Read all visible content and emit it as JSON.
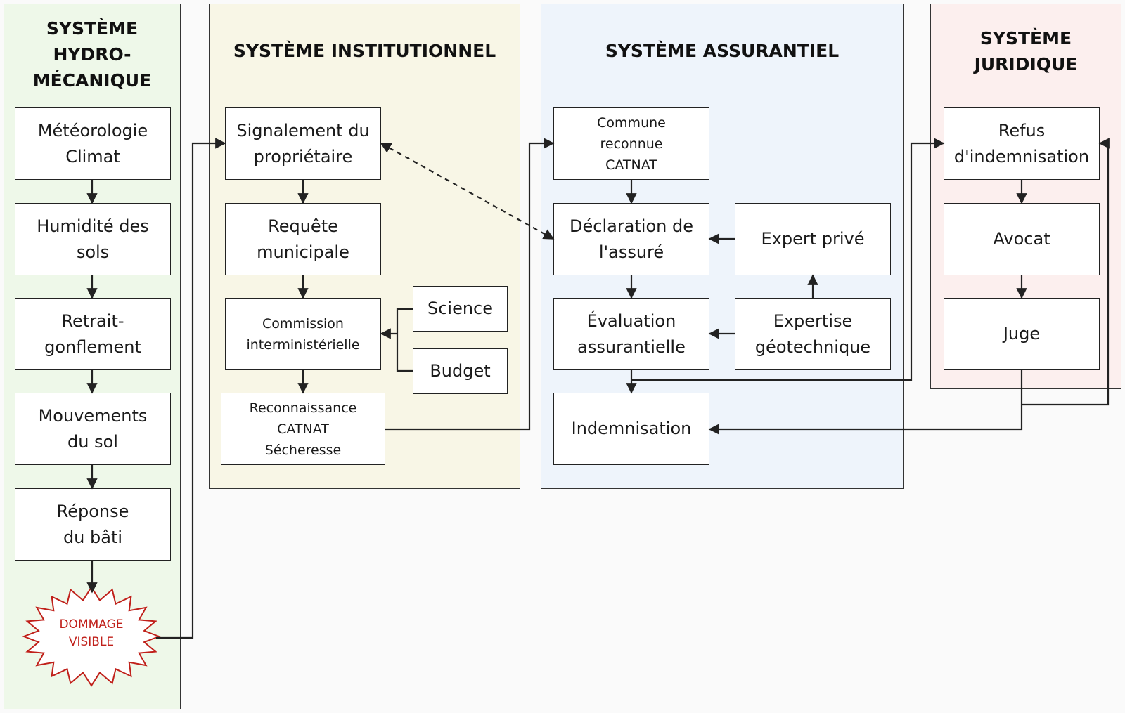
{
  "panels": {
    "hydro": {
      "title": "SYSTÈME\nHYDRO-\nMÉCANIQUE",
      "color": "#eef8e9"
    },
    "institutional": {
      "title": "SYSTÈME INSTITUTIONNEL",
      "color": "#f8f6e6"
    },
    "insurance": {
      "title": "SYSTÈME ASSURANTIEL",
      "color": "#eef4fb"
    },
    "legal": {
      "title": "SYSTÈME\nJURIDIQUE",
      "color": "#fcefee"
    }
  },
  "nodes": {
    "meteo": "Météorologie\nClimat",
    "humidite": "Humidité des\nsols",
    "retrait": "Retrait-\ngonflement",
    "mouvements": "Mouvements\ndu sol",
    "reponse": "Réponse\ndu bâti",
    "dommage": "DOMMAGE\nVISIBLE",
    "signalement": "Signalement du\npropriétaire",
    "requete": "Requête\nmunicipale",
    "commission": "Commission\ninterministérielle",
    "science": "Science",
    "budget": "Budget",
    "reconnaissance": "Reconnaissance\nCATNAT\nSécheresse",
    "commune": "Commune\nreconnue\nCATNAT",
    "declaration": "Déclaration de\nl'assuré",
    "expert_prive": "Expert privé",
    "evaluation": "Évaluation\nassurantielle",
    "expertise": "Expertise\ngéotechnique",
    "indemnisation": "Indemnisation",
    "refus": "Refus\nd'indemnisation",
    "avocat": "Avocat",
    "juge": "Juge"
  },
  "colors": {
    "line": "#222222",
    "damage_text": "#c0201a",
    "damage_stroke": "#c0201a"
  }
}
